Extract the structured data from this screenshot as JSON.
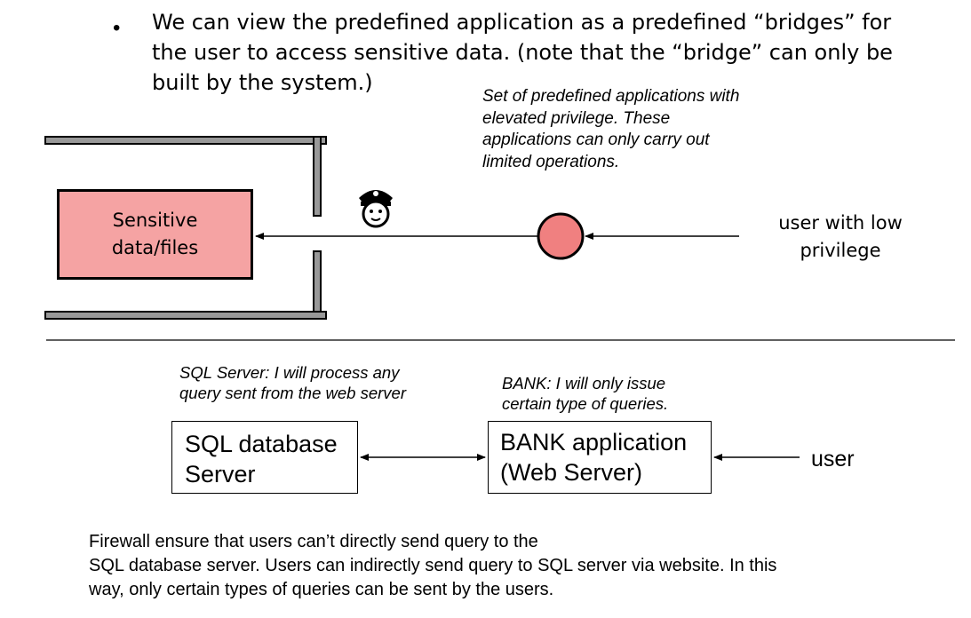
{
  "bullet": {
    "symbol": "•",
    "text": "We can view the predefined application as a predefined “bridges” for the user to access sensitive data. (note that the “bridge” can only be built by the system.)"
  },
  "privilege_diagram": {
    "note": "Set of predefined applications with elevated privilege. These applications can only carry out limited operations.",
    "sensitive_box": {
      "line1": "Sensitive",
      "line2": "data/files",
      "fill": "#f5a3a3"
    },
    "user_label": {
      "line1": "user with low",
      "line2": "privilege"
    },
    "bridge_circle_color": "#f08080",
    "guard_icon": "police-officer-icon"
  },
  "bank_diagram": {
    "sql_note": "SQL Server: I will process any query sent from the web server",
    "bank_note": "BANK: I will only issue certain type of queries.",
    "sql_box": {
      "line1": "SQL database",
      "line2": "Server"
    },
    "bank_box": {
      "line1": "BANK application",
      "line2": "(Web Server)"
    },
    "user_label": "user"
  },
  "footer": {
    "line1": "Firewall ensure that users can’t directly send query to the",
    "line2": "SQL database server. Users can indirectly send query to SQL server via website. In this",
    "line3": "way, only certain types of queries can be sent by the users."
  }
}
